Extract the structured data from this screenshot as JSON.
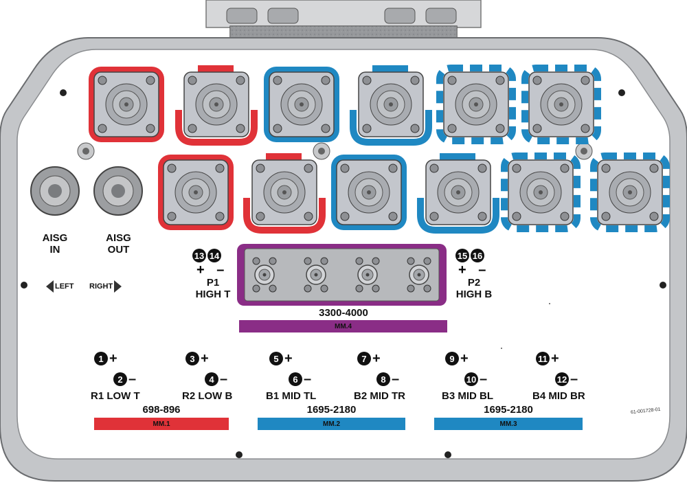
{
  "colors": {
    "red": "#e03238",
    "blue": "#1f88c2",
    "purple": "#8a2d86",
    "panel": "#ffffff",
    "frame": "#bfc1c4"
  },
  "aisg": {
    "in_line1": "AISG",
    "in_line2": "IN",
    "out_line1": "AISG",
    "out_line2": "OUT",
    "left": "LEFT",
    "right": "RIGHT"
  },
  "high_band": {
    "p1_line1": "P1",
    "p1_line2": "HIGH T",
    "p2_line1": "P2",
    "p2_line2": "HIGH B",
    "n13": "13",
    "n14": "14",
    "n15": "15",
    "n16": "16",
    "plus": "+",
    "minus": "–",
    "freq": "3300-4000",
    "mm": "MM.4"
  },
  "groups": [
    {
      "freq": "698-896",
      "mm": "MM.1",
      "ports": [
        {
          "plus": "1",
          "minus": "2",
          "label": "R1 LOW T"
        },
        {
          "plus": "3",
          "minus": "4",
          "label": "R2 LOW B"
        }
      ]
    },
    {
      "freq": "1695-2180",
      "mm": "MM.2",
      "ports": [
        {
          "plus": "5",
          "minus": "6",
          "label": "B1 MID TL"
        },
        {
          "plus": "7",
          "minus": "8",
          "label": "B2 MID TR"
        }
      ]
    },
    {
      "freq": "1695-2180",
      "mm": "MM.3",
      "ports": [
        {
          "plus": "9",
          "minus": "10",
          "label": "B3 MID BL"
        },
        {
          "plus": "11",
          "minus": "12",
          "label": "B4 MID BR"
        }
      ]
    }
  ],
  "part_number": "61-001728-01"
}
